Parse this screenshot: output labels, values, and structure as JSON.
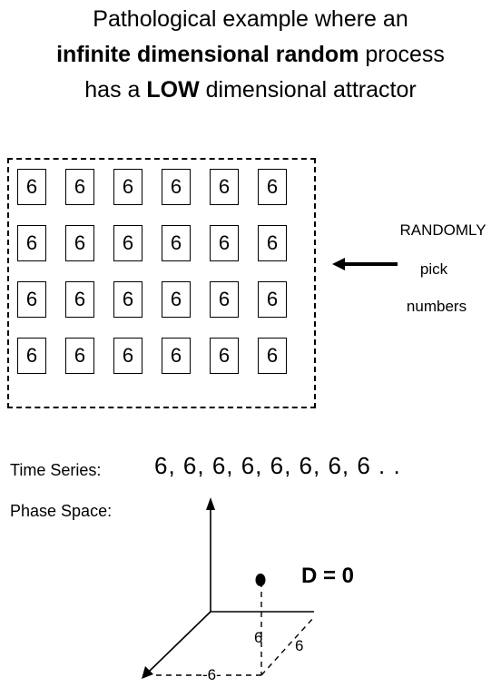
{
  "title": {
    "line1": "Pathological example where an",
    "line2_bold_a": "infinite dimensional random",
    "line2_rest": " process",
    "line3_start": "has a ",
    "line3_bold": "LOW",
    "line3_rest": " dimensional attractor"
  },
  "grid": {
    "rows": [
      [
        "6",
        "6",
        "6",
        "6",
        "6",
        "6"
      ],
      [
        "6",
        "6",
        "6",
        "6",
        "6",
        "6"
      ],
      [
        "6",
        "6",
        "6",
        "6",
        "6",
        "6"
      ],
      [
        "6",
        "6",
        "6",
        "6",
        "6",
        "6"
      ]
    ]
  },
  "pick_label": {
    "line1": "RANDOMLY",
    "line2": "pick",
    "line3": "numbers"
  },
  "time_series": {
    "label": "Time Series:",
    "values": "6,   6,   6,   6,   6,   6,   6,  6 . ."
  },
  "phase_space": {
    "label": "Phase Space:",
    "dimension_label": "D = 0",
    "tick_z": "6",
    "tick_y": "6",
    "tick_x": "-6-"
  }
}
